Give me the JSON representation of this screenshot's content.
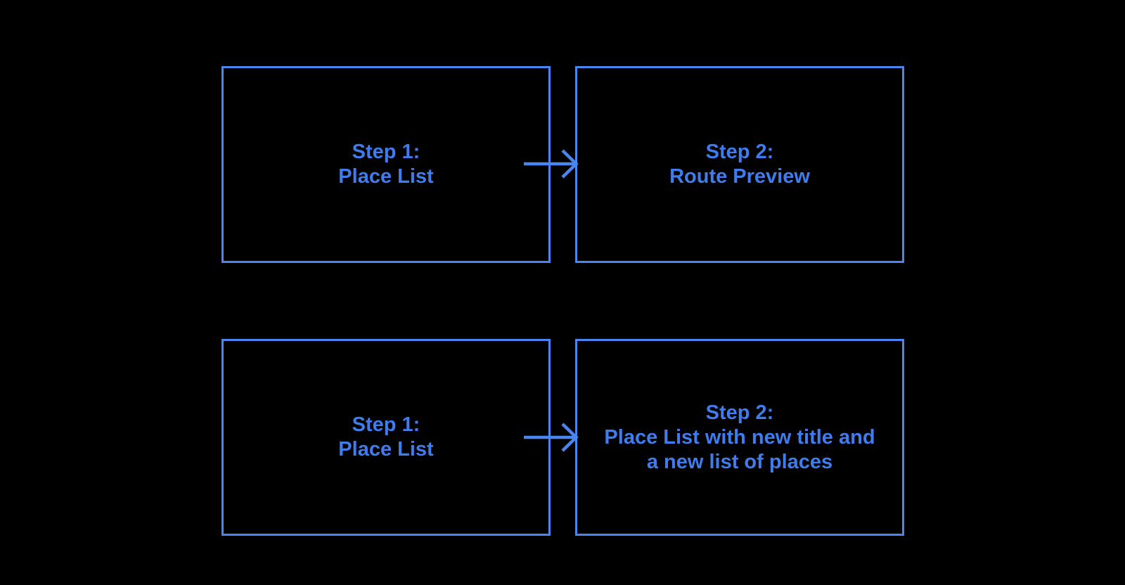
{
  "colors": {
    "background": "#000000",
    "box_border": "#4a86f1",
    "text": "#3f7cee",
    "arrow": "#4a86f1"
  },
  "icons": {
    "connector": "arrow-right-icon"
  },
  "diagram": {
    "type": "flowchart",
    "flows": [
      {
        "name": "flow-1",
        "from": {
          "lines": [
            "Step 1:",
            "Place List"
          ]
        },
        "to": {
          "lines": [
            "Step 2:",
            "Route Preview"
          ]
        }
      },
      {
        "name": "flow-2",
        "from": {
          "lines": [
            "Step 1:",
            "Place List"
          ]
        },
        "to": {
          "lines": [
            "Step 2:",
            "Place List with new title and",
            "a new list of places"
          ]
        }
      }
    ]
  }
}
